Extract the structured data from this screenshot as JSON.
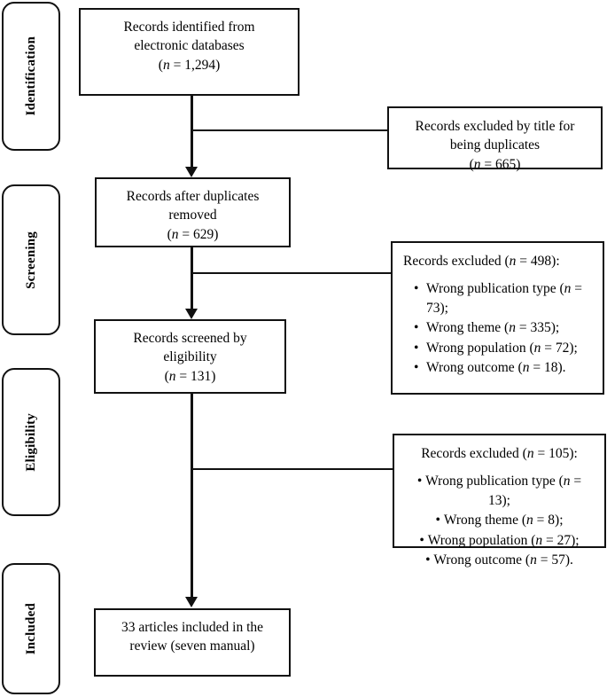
{
  "diagram": {
    "title": "PRISMA study selection flow diagram",
    "stages": [
      {
        "id": "identification",
        "label": "Identification"
      },
      {
        "id": "screening",
        "label": "Screening"
      },
      {
        "id": "eligibility",
        "label": "Eligibility"
      },
      {
        "id": "included",
        "label": "Included"
      }
    ],
    "flow_boxes": [
      {
        "id": "records-identified",
        "lines": [
          "Records identified from",
          "electronic databases"
        ],
        "count_prefix": "(",
        "count_n": "n",
        "count_eq": " = ",
        "count_value": "1,294",
        "count_suffix": ")"
      },
      {
        "id": "records-after-duplicates",
        "lines": [
          "Records after duplicates",
          "removed"
        ],
        "count_prefix": "(",
        "count_n": "n",
        "count_eq": " = ",
        "count_value": "629",
        "count_suffix": ")"
      },
      {
        "id": "records-screened",
        "lines": [
          "Records screened by",
          "eligibility"
        ],
        "count_prefix": "(",
        "count_n": "n",
        "count_eq": " = ",
        "count_value": "131",
        "count_suffix": ")"
      },
      {
        "id": "articles-included",
        "lines": [
          "33 articles included in the",
          "review (seven manual)"
        ],
        "count_prefix": "",
        "count_n": "",
        "count_eq": "",
        "count_value": "",
        "count_suffix": ""
      }
    ],
    "side_boxes": [
      {
        "id": "excluded-duplicates",
        "lines": [
          "Records excluded by title for",
          "being duplicates"
        ],
        "count_prefix": "(",
        "count_n": "n",
        "count_eq": " = ",
        "count_value": "665",
        "count_suffix": ")"
      },
      {
        "id": "excluded-screening",
        "heading_text": "Records excluded (",
        "heading_n": "n",
        "heading_eq": " = ",
        "heading_value": "498",
        "heading_suffix": "):",
        "align": "left",
        "reasons": [
          {
            "text": "Wrong publication type (",
            "n": "n",
            "eq": " = ",
            "value": "73",
            "suffix": ");"
          },
          {
            "text": "Wrong theme (",
            "n": "n",
            "eq": " = ",
            "value": "335",
            "suffix": ");"
          },
          {
            "text": "Wrong population (",
            "n": "n",
            "eq": " = ",
            "value": "72",
            "suffix": ");"
          },
          {
            "text": "Wrong outcome (",
            "n": "n",
            "eq": " = ",
            "value": "18",
            "suffix": ")."
          }
        ]
      },
      {
        "id": "excluded-eligibility",
        "heading_text": "Records excluded (",
        "heading_n": "n",
        "heading_eq": " = ",
        "heading_value": "105",
        "heading_suffix": "):",
        "align": "center",
        "reasons": [
          {
            "text": "Wrong publication type (",
            "n": "n",
            "eq": " = ",
            "value": "13",
            "suffix": ");"
          },
          {
            "text": "Wrong theme (",
            "n": "n",
            "eq": " = ",
            "value": "8",
            "suffix": ");"
          },
          {
            "text": "Wrong population (",
            "n": "n",
            "eq": " = ",
            "value": "27",
            "suffix": ");"
          },
          {
            "text": "Wrong outcome (",
            "n": "n",
            "eq": " = ",
            "value": "57",
            "suffix": ")."
          }
        ]
      }
    ],
    "colors": {
      "line": "#111111",
      "background": "#ffffff",
      "text": "#000000"
    }
  }
}
